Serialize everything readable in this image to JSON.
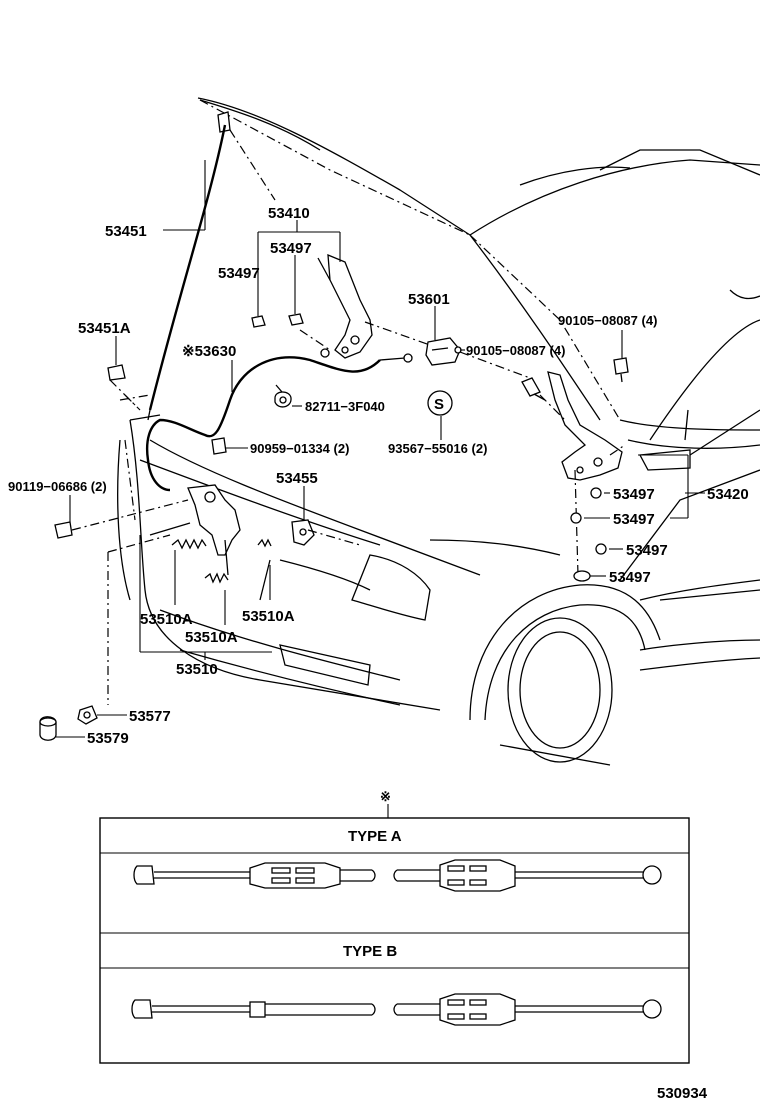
{
  "diagram": {
    "labels": {
      "p53451": "53451",
      "p53410": "53410",
      "p53497_a": "53497",
      "p53497_b": "53497",
      "p53601": "53601",
      "p53451A": "53451A",
      "p53630": "※53630",
      "p90105_a": "90105−08087 (4)",
      "p90105_b": "90105−08087 (4)",
      "p82711": "82711−3F040",
      "s_symbol": "S",
      "p90959": "90959−01334 (2)",
      "p93567": "93567−55016 (2)",
      "p90119": "90119−06686 (2)",
      "p53455": "53455",
      "p53497_c": "53497",
      "p53420": "53420",
      "p53497_d": "53497",
      "p53497_e": "53497",
      "p53497_f": "53497",
      "p53510A_a": "53510A",
      "p53510A_b": "53510A",
      "p53510A_c": "53510A",
      "p53510": "53510",
      "p53577": "53577",
      "p53579": "53579"
    },
    "inset": {
      "marker": "※",
      "type_a": "TYPE  A",
      "type_b": "TYPE  B"
    },
    "ref_number": "530934"
  }
}
